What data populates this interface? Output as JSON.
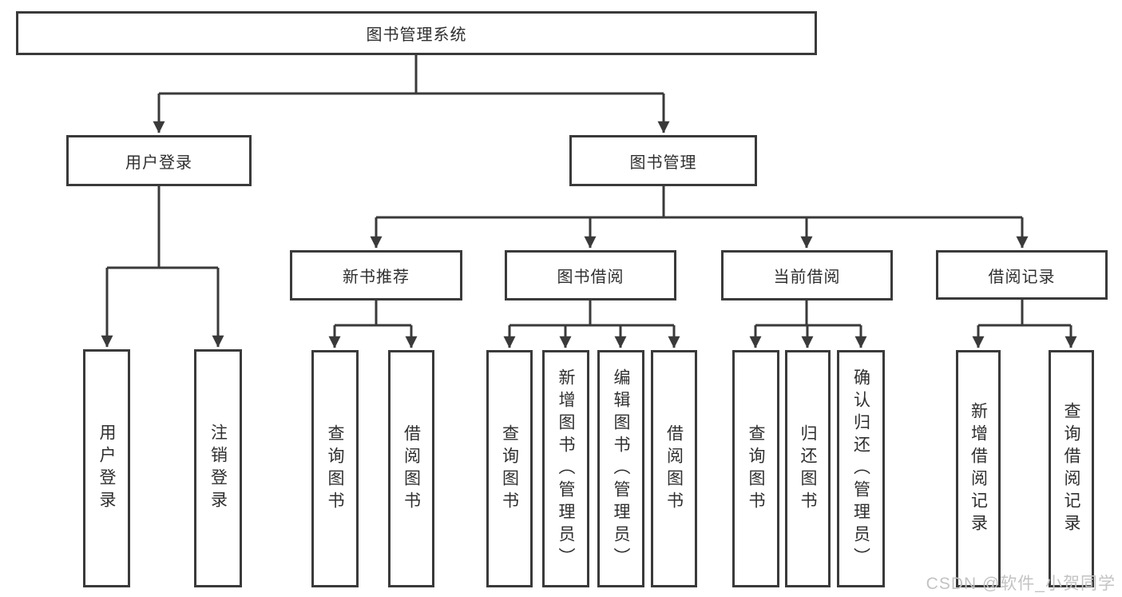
{
  "diagram": {
    "title_node": {
      "label": "图书管理系统"
    },
    "level2": [
      {
        "label": "用户登录"
      },
      {
        "label": "图书管理"
      }
    ],
    "level3": [
      {
        "label": "新书推荐",
        "parent": "图书管理"
      },
      {
        "label": "图书借阅",
        "parent": "图书管理"
      },
      {
        "label": "当前借阅",
        "parent": "图书管理"
      },
      {
        "label": "借阅记录",
        "parent": "图书管理"
      }
    ],
    "leaves": [
      {
        "label": "用户登录",
        "parent": "用户登录"
      },
      {
        "label": "注销登录",
        "parent": "用户登录"
      },
      {
        "label": "查询图书",
        "parent": "新书推荐"
      },
      {
        "label": "借阅图书",
        "parent": "新书推荐"
      },
      {
        "label": "查询图书",
        "parent": "图书借阅"
      },
      {
        "label": "新增图书（管理员）",
        "parent": "图书借阅"
      },
      {
        "label": "编辑图书（管理员）",
        "parent": "图书借阅"
      },
      {
        "label": "借阅图书",
        "parent": "图书借阅"
      },
      {
        "label": "查询图书",
        "parent": "当前借阅"
      },
      {
        "label": "归还图书",
        "parent": "当前借阅"
      },
      {
        "label": "确认归还（管理员）",
        "parent": "当前借阅"
      },
      {
        "label": "新增借阅记录",
        "parent": "借阅记录"
      },
      {
        "label": "查询借阅记录",
        "parent": "借阅记录"
      }
    ],
    "watermark": "CSDN @软件_小贺同学",
    "colors": {
      "line": "#3a3a3a",
      "text": "#2f2f2f",
      "background": "#ffffff",
      "watermark": "#c3c3c3"
    }
  }
}
